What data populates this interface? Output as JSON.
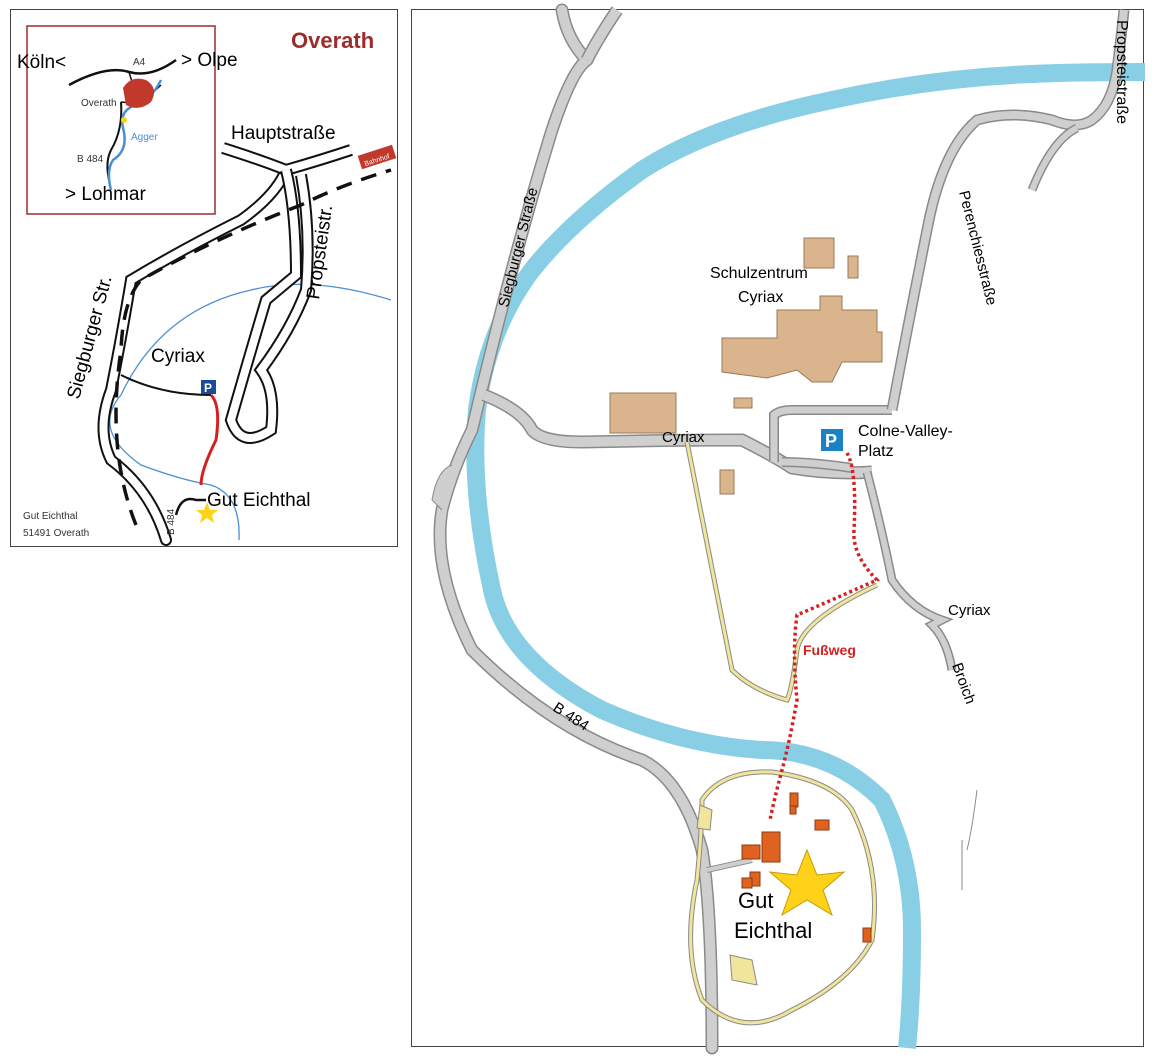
{
  "overview_map": {
    "title": "Overath",
    "inset": {
      "to_koeln": "Köln<",
      "to_olpe": "> Olpe",
      "to_lohmar": "> Lohmar",
      "motorway": "A4",
      "town": "Overath",
      "river": "Agger",
      "road": "B 484"
    },
    "streets": {
      "hauptstrasse": "Hauptstraße",
      "propsteistr": "Propsteistr.",
      "siegburger": "Siegburger Str.",
      "bahnhof": "Bahnhof",
      "b484": "B 484"
    },
    "places": {
      "cyriax": "Cyriax",
      "parking": "P",
      "gut_eichthal": "Gut Eichthal"
    },
    "address": [
      "Gut Eichthal",
      "51491 Overath"
    ]
  },
  "detail_map": {
    "streets": {
      "propsteistrasse": "Propsteistraße",
      "perenchiesstrasse": "Perenchiesstraße",
      "siegburger_strasse": "Siegburger Straße",
      "cyriax_main": "Cyriax",
      "cyriax_east": "Cyriax",
      "broich": "Broich",
      "b484": "B 484"
    },
    "places": {
      "schulzentrum": [
        "Schulzentrum",
        "Cyriax"
      ],
      "parking": "P",
      "colne_valley": [
        "Colne-Valley-",
        "Platz"
      ],
      "gut_eichthal": [
        "Gut",
        "Eichthal"
      ]
    },
    "footpath_label": "Fußweg"
  },
  "colors": {
    "river_light": "#88cfe6",
    "river_blue": "#4a8fd6",
    "road_gray": "#cfcfcf",
    "road_edge": "#8a8a8a",
    "building_tan": "#d9b48c",
    "building_orange": "#e0621f",
    "footpath_red": "#d61f1f",
    "path_yellow": "#f0e59a",
    "star_yellow": "#ffd21a",
    "parking_blue": "#1a82c4",
    "title_red": "#9b2c2c"
  }
}
